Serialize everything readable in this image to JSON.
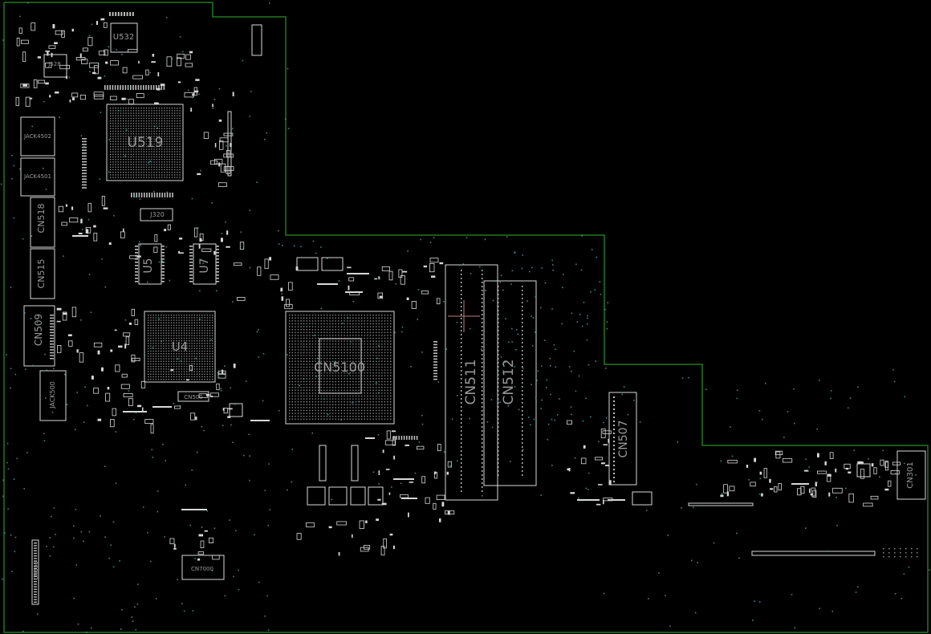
{
  "colors": {
    "background": "#000000",
    "outline": "#1e7a1e",
    "silk": "#d8d8d8",
    "label": "#9a9a9a",
    "dot": "#4fb3b3",
    "cursor": "#c08080"
  },
  "labels": {
    "u32": "U532",
    "j28": "J528",
    "u519": "U519",
    "jack4502": "JACK4502",
    "jack4501": "JACK4501",
    "cn518": "CN518",
    "cn515": "CN515",
    "j320": "J320",
    "u5": "U5",
    "u7": "U7",
    "cn509": "CN509",
    "u4": "U4",
    "jack500": "JACK500",
    "cn500": "CN500",
    "cn5100": "CN5100",
    "cn511": "CN511",
    "cn512": "CN512",
    "cn507": "CN507",
    "cn301": "CN301",
    "cn7000": "CN7000",
    "cn506": "CN506"
  }
}
